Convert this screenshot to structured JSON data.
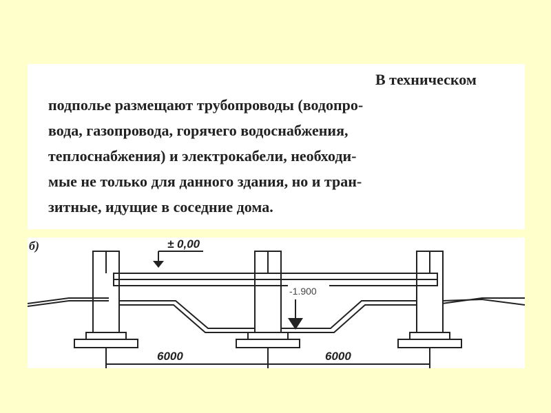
{
  "text": {
    "lines": [
      "В техническом",
      "подполье размещают трубопроводы (водопро-",
      "вода, газопровода, горячего водоснабжения,",
      "теплоснабжения) и электрокабели, необходи-",
      "мые не только для данного здания, но и тран-",
      "зитные, идущие в соседние дома."
    ]
  },
  "drawing": {
    "figure_label": "б)",
    "level_top": "± 0,00",
    "level_floor": "-1.900",
    "span_left": "6000",
    "span_right": "6000"
  }
}
